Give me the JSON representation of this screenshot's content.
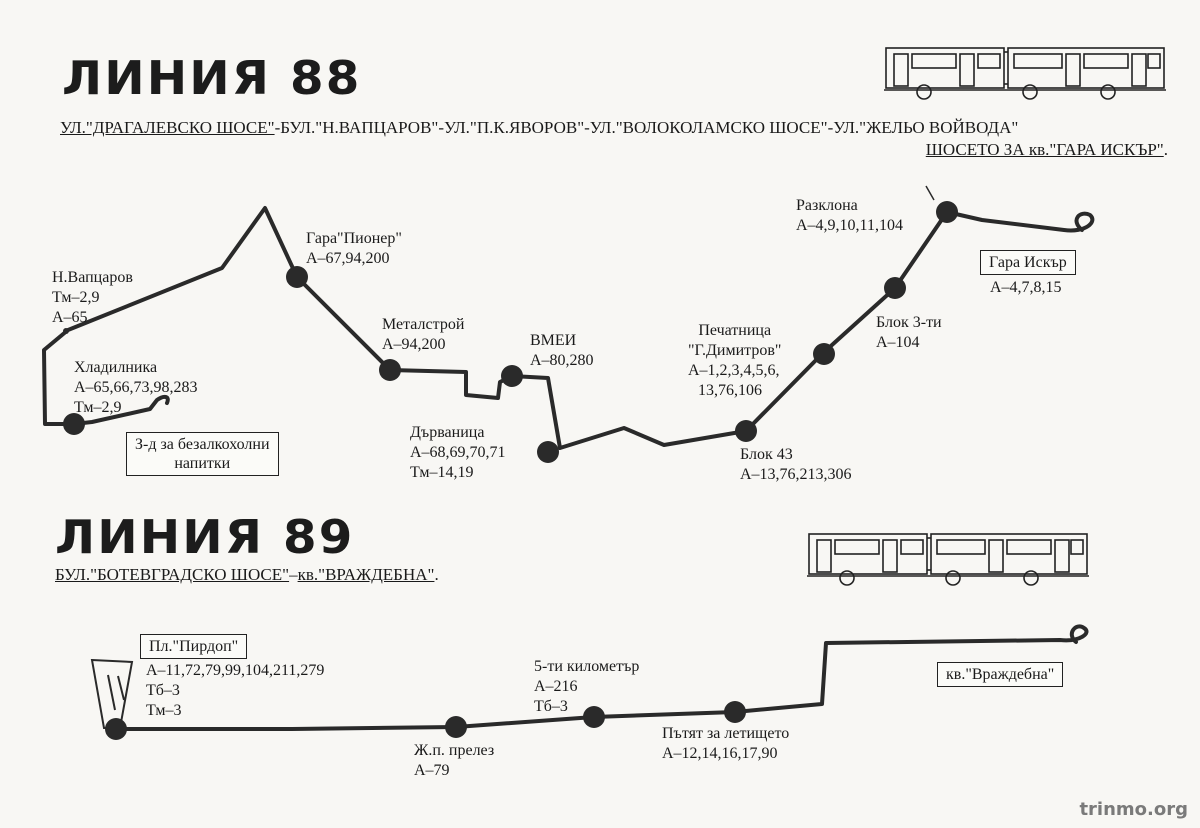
{
  "line88": {
    "title": "ЛИНИЯ 88",
    "route_parts": [
      "УЛ.\"ДРАГАЛЕВСКО ШОСЕ\"",
      "-БУЛ.\"Н.ВАПЦАРОВ\"-УЛ.\"П.К.ЯВОРОВ\"-УЛ.\"ВОЛОКОЛАМСКО ШОСЕ\"-УЛ.\"ЖЕЛЬО ВОЙВОДА\""
    ],
    "route_line2": "ШОСЕТО ЗА кв.\"ГАРА ИСКЪР\"",
    "route_line2_end": ".",
    "stops": {
      "vaptsarov": [
        "Н.Вапцаров",
        "Тм–2,9",
        "А–65"
      ],
      "hladilnika": [
        "Хладилника",
        "А–65,66,73,98,283",
        "Тм–2,9"
      ],
      "pioner": [
        "Гара\"Пионер\"",
        "А–67,94,200"
      ],
      "metalstroy": [
        "Металстрой",
        "А–94,200"
      ],
      "vmei": [
        "ВМЕИ",
        "А–80,280"
      ],
      "darvenitsa": [
        "Дърваница",
        "А–68,69,70,71",
        "Тм–14,19"
      ],
      "pechatnitsa": [
        "Печатница",
        "\"Г.Димитров\"",
        "А–1,2,3,4,5,6,",
        "13,76,106"
      ],
      "blok43": [
        "Блок 43",
        "А–13,76,213,306"
      ],
      "blok3": [
        "Блок 3-ти",
        "А–104"
      ],
      "razklona": [
        "Разклона",
        "А–4,9,10,11,104"
      ],
      "gara_iskar_lines": "А–4,7,8,15"
    },
    "terminus_start": [
      "З-д за безалкохолни",
      "напитки"
    ],
    "terminus_end": "Гара Искър"
  },
  "line89": {
    "title": "ЛИНИЯ 89",
    "route_parts": [
      "БУЛ.\"БОТЕВГРАДСКО ШОСЕ\"",
      "–",
      "кв.\"ВРАЖДЕБНА\"",
      "."
    ],
    "stops": {
      "pirdop": [
        "А–11,72,79,99,104,211,279",
        "Тб–3",
        "Тм–3"
      ],
      "prelez": [
        "Ж.п. прелез",
        "А–79"
      ],
      "km5": [
        "5-ти километър",
        "А–216",
        "Тб–3"
      ],
      "letishte": [
        "Пътят за летището",
        "А–12,14,16,17,90"
      ]
    },
    "terminus_start": "Пл.\"Пирдоп\"",
    "terminus_end": "кв.\"Враждебна\""
  },
  "watermark": "trinmo.org"
}
